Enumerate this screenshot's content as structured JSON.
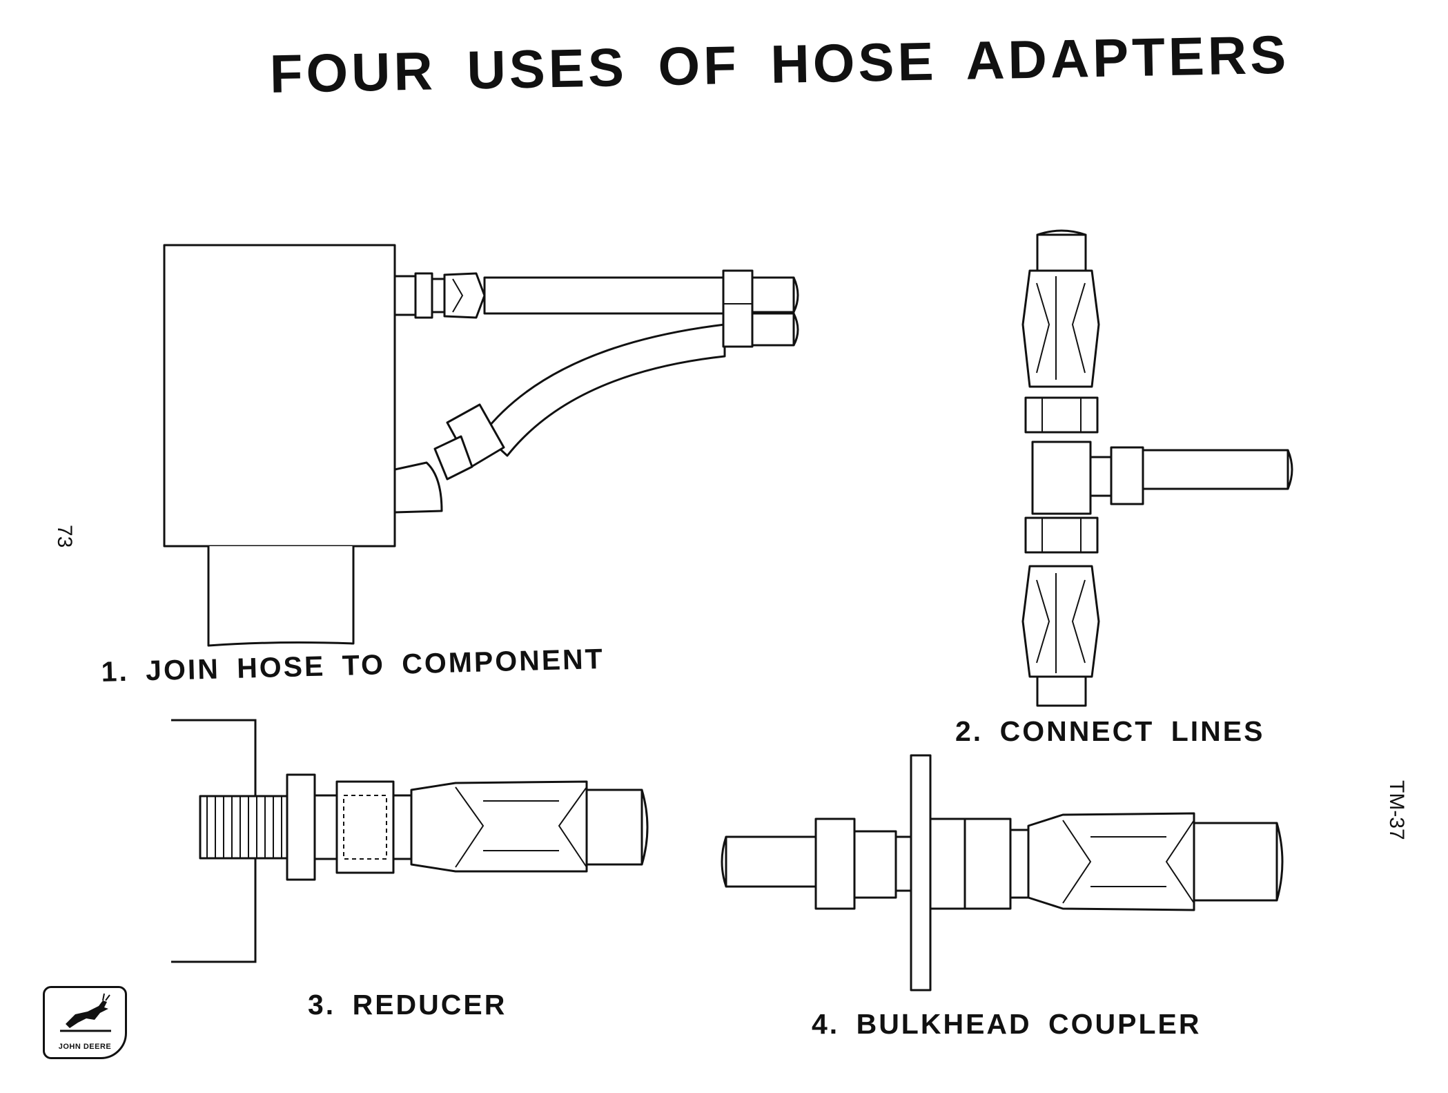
{
  "title": "FOUR USES OF HOSE ADAPTERS",
  "captions": {
    "join": "1. JOIN HOSE TO COMPONENT",
    "connect": "2. CONNECT LINES",
    "reducer": "3. REDUCER",
    "bulkhead": "4. BULKHEAD COUPLER"
  },
  "page_number": "73",
  "doc_code": "TM-37",
  "logo": {
    "text": "JOHN DEERE",
    "icon": "leaping-deer-icon"
  }
}
